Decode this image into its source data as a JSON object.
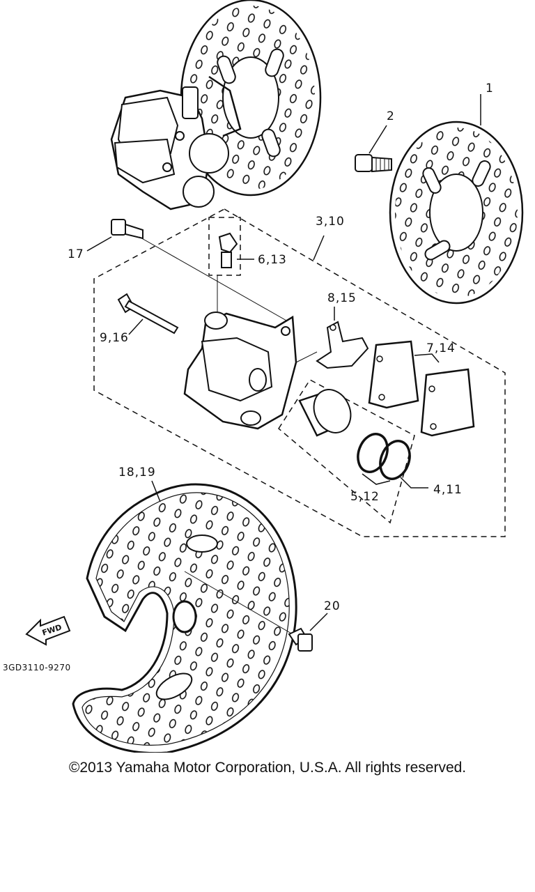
{
  "diagram": {
    "callouts": [
      {
        "id": "c1",
        "text": "1"
      },
      {
        "id": "c2",
        "text": "2"
      },
      {
        "id": "c3",
        "text": "3,10"
      },
      {
        "id": "c17",
        "text": "17"
      },
      {
        "id": "c6",
        "text": "6,13"
      },
      {
        "id": "c8",
        "text": "8,15"
      },
      {
        "id": "c9",
        "text": "9,16"
      },
      {
        "id": "c7",
        "text": "7,14"
      },
      {
        "id": "c5",
        "text": "5,12"
      },
      {
        "id": "c4",
        "text": "4,11"
      },
      {
        "id": "c18",
        "text": "18,19"
      },
      {
        "id": "c20",
        "text": "20"
      }
    ],
    "diagram_code": "3GD3110-9270",
    "fwd_label": "FWD"
  },
  "footer": {
    "copyright": "©2013 Yamaha Motor Corporation, U.S.A. All rights reserved."
  }
}
